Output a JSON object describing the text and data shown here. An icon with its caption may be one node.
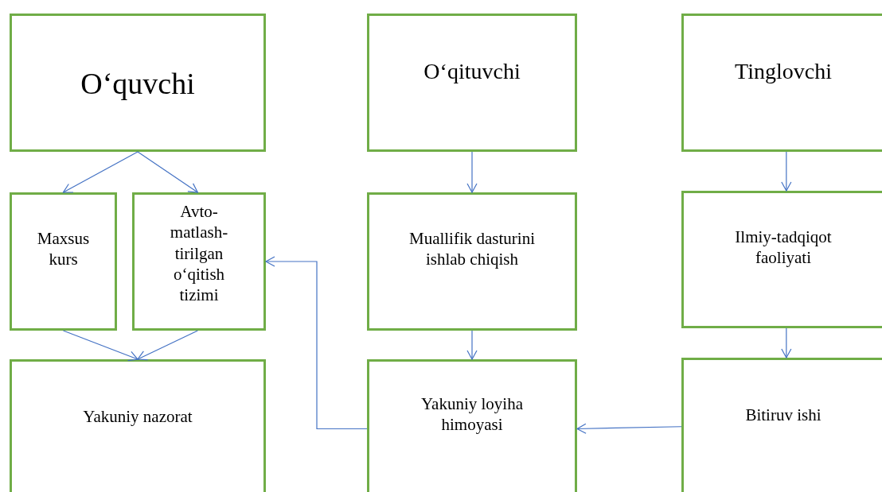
{
  "diagram": {
    "nodes": [
      {
        "text": [
          "O‘quvchi"
        ]
      },
      {
        "text": [
          "O‘qituvchi"
        ]
      },
      {
        "text": [
          "Tinglovchi"
        ]
      },
      {
        "text": [
          "Maxsus kurs"
        ]
      },
      {
        "text": [
          "Avto- matlash- tirilgan o‘qitish tizimi"
        ]
      },
      {
        "text": [
          "Muallifik dasturini ishlab chiqish"
        ]
      },
      {
        "text": [
          "Ilmiy-tadqiqot faoliyati"
        ]
      },
      {
        "text": [
          "Yakuniy nazorat"
        ]
      },
      {
        "text": [
          "Yakuniy loyiha himoyasi"
        ]
      },
      {
        "text": [
          "Bitiruv ishi"
        ]
      }
    ],
    "edges": [
      {
        "from": 0,
        "to": 3,
        "arrow": "to"
      },
      {
        "from": 0,
        "to": 4,
        "arrow": "to"
      },
      {
        "from": 1,
        "to": 5,
        "arrow": "to"
      },
      {
        "from": 2,
        "to": 6,
        "arrow": "to"
      },
      {
        "from": 3,
        "to": 7,
        "arrow": "to"
      },
      {
        "from": 4,
        "to": 7,
        "arrow": "to"
      },
      {
        "from": 5,
        "to": 8,
        "arrow": "to"
      },
      {
        "from": 6,
        "to": 9,
        "arrow": "to"
      },
      {
        "from": 9,
        "to": 8,
        "arrow": "to"
      },
      {
        "from": 8,
        "to": 4,
        "arrow": "to"
      }
    ]
  }
}
